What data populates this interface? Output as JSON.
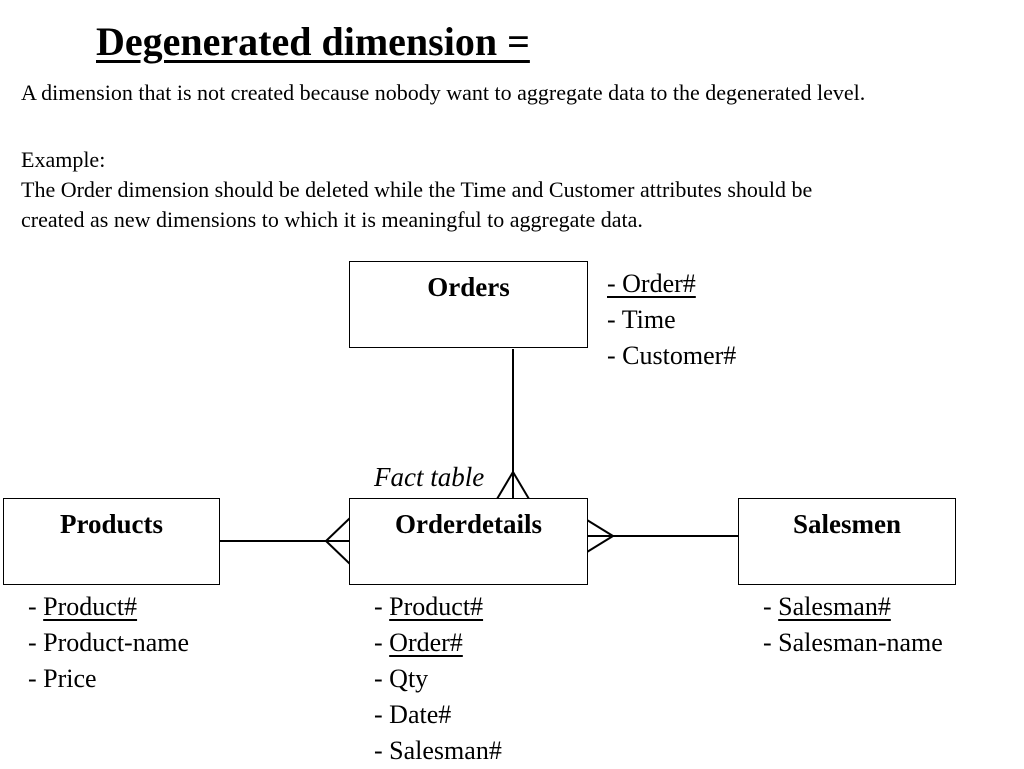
{
  "title": "Degenerated dimension =",
  "intro": "A dimension that is not created because nobody want to aggregate data to the degenerated level.",
  "example": {
    "heading": "Example:",
    "line1": "The Order dimension should be deleted while the Time and Customer attributes should be",
    "line2": "created as new dimensions  to which it is meaningful to aggregate data."
  },
  "fact_label": "Fact table",
  "entities": {
    "orders": {
      "name": "Orders",
      "attributes": [
        {
          "prefix": "",
          "text": "- Order#",
          "key": true
        },
        {
          "prefix": "- ",
          "text": "Time",
          "key": false
        },
        {
          "prefix": "- ",
          "text": "Customer#",
          "key": false
        }
      ]
    },
    "products": {
      "name": "Products",
      "attributes": [
        {
          "prefix": "- ",
          "text": "Product#",
          "key": true
        },
        {
          "prefix": "- ",
          "text": "Product-name",
          "key": false
        },
        {
          "prefix": "- ",
          "text": "Price",
          "key": false
        }
      ]
    },
    "orderdetails": {
      "name": "Orderdetails",
      "attributes": [
        {
          "prefix": "- ",
          "text": "Product#",
          "key": true
        },
        {
          "prefix": "- ",
          "text": "Order#",
          "key": true
        },
        {
          "prefix": "- ",
          "text": "Qty",
          "key": false
        },
        {
          "prefix": "- ",
          "text": "Date#",
          "key": false
        },
        {
          "prefix": "- ",
          "text": "Salesman#",
          "key": false
        }
      ]
    },
    "salesmen": {
      "name": "Salesmen",
      "attributes": [
        {
          "prefix": "- ",
          "text": "Salesman#",
          "key": true
        },
        {
          "prefix": "- ",
          "text": "Salesman-name",
          "key": false
        }
      ]
    }
  }
}
